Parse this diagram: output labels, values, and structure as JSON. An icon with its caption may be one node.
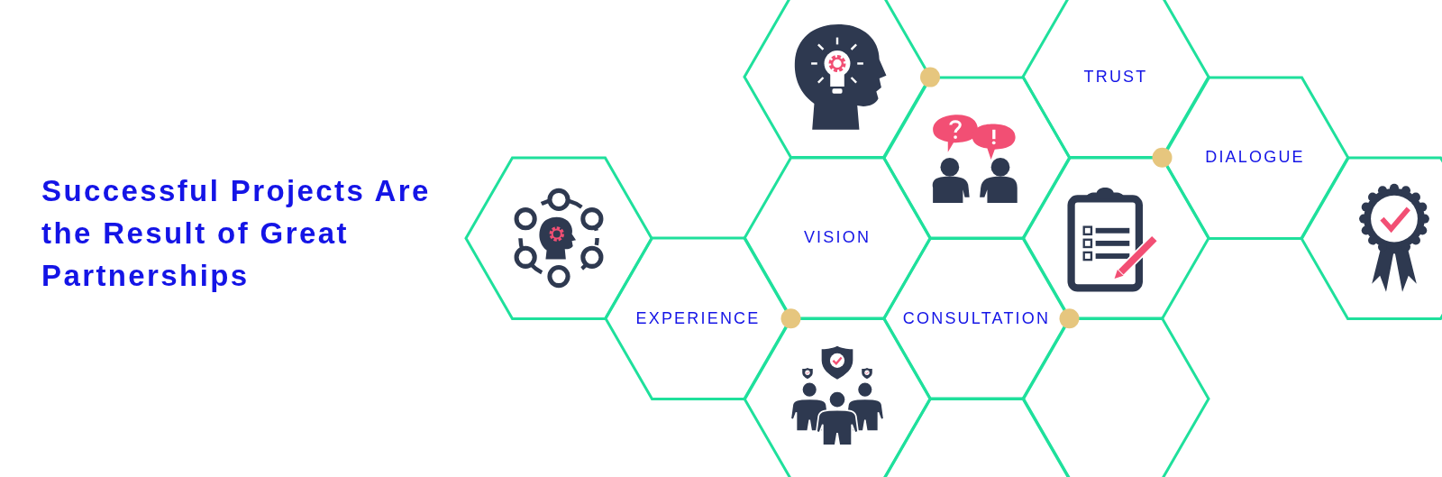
{
  "diagram": {
    "title": "Successful Projects Are the Result of Great Partnerships",
    "nodes": [
      {
        "text": [],
        "shape": "hexagon"
      },
      {
        "text": [
          "TRUST"
        ]
      },
      {
        "text": [],
        "shape": "hexagon"
      },
      {
        "text": [
          "DIALOGUE"
        ]
      },
      {
        "text": [],
        "shape": "hexagon"
      },
      {
        "text": [
          "VISION"
        ]
      },
      {
        "text": [],
        "shape": "hexagon"
      },
      {
        "text": [],
        "shape": "hexagon"
      },
      {
        "text": [
          "EXPERIENCE"
        ]
      },
      {
        "text": [
          "CONSULTATION"
        ]
      },
      {
        "text": [],
        "shape": "hexagon"
      },
      {
        "text": [],
        "shape": "hexagon"
      },
      {
        "text": [],
        "shape": "hexagon"
      }
    ]
  }
}
